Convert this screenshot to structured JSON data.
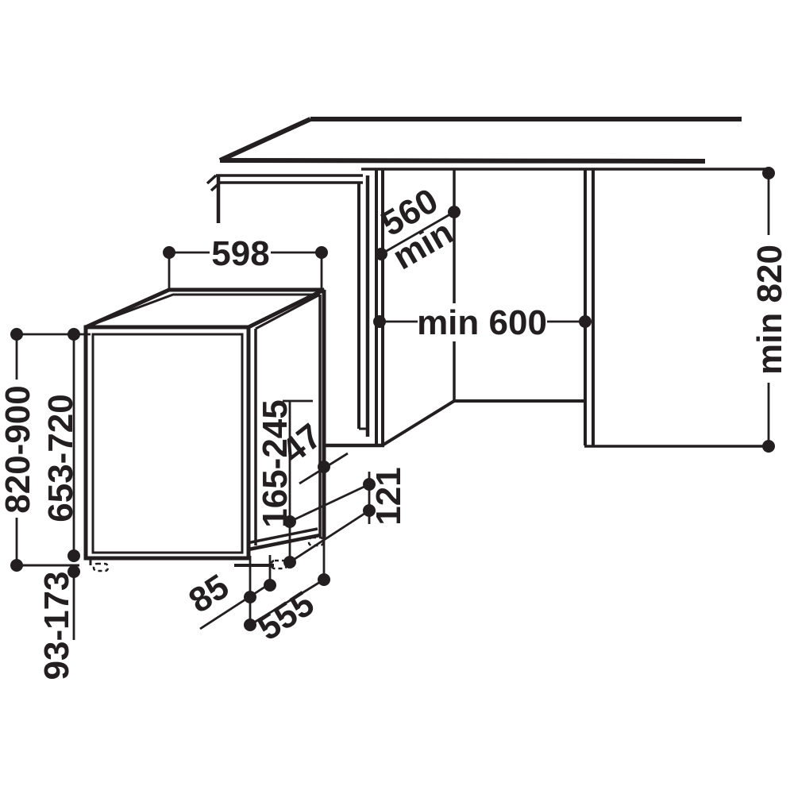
{
  "diagram": {
    "kind": "appliance-installation-dimension-drawing",
    "subject": "built-in dishwasher with furniture door panel, worktop and cabinet niche",
    "line_color": "#231f20",
    "background_color": "#ffffff",
    "labels": {
      "appliance_width": "598",
      "niche_depth_value": "560",
      "niche_depth_unit": "min",
      "niche_width": "min 600",
      "under_worktop_height": "min 820",
      "overall_height": "820-900",
      "door_panel_height": "653-720",
      "base_clearance": "165-245",
      "front_gap": "47",
      "side_offset": "121",
      "door_offset": "85",
      "body_depth": "555",
      "plinth_height": "93-173"
    }
  }
}
